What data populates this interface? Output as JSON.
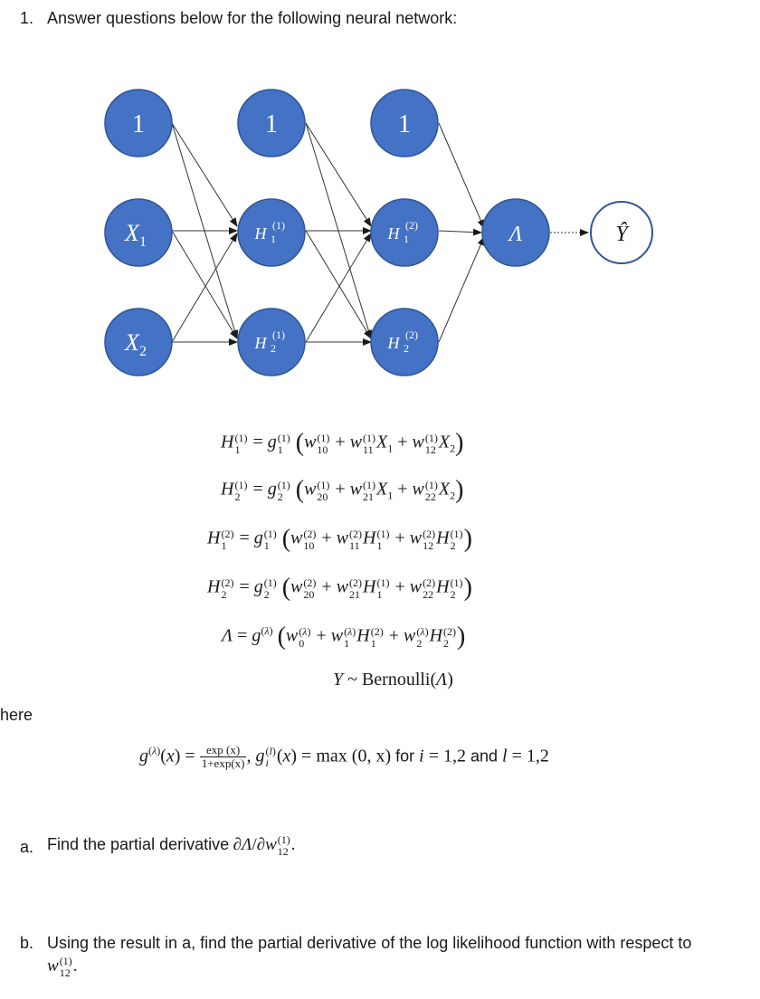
{
  "question": {
    "number": "1.",
    "text": "Answer questions below for the following neural network:"
  },
  "network": {
    "input_layer": {
      "bias": "1",
      "x1": "X1",
      "x2": "X2"
    },
    "hidden_layer_1": {
      "bias": "1",
      "h1": "H1(1)",
      "h2": "H2(1)"
    },
    "hidden_layer_2": {
      "bias": "1",
      "h1": "H1(2)",
      "h2": "H2(2)"
    },
    "output": {
      "lambda": "Λ",
      "y_hat": "Ŷ"
    },
    "colors": {
      "node_fill": "#4472C4",
      "node_stroke": "#2F5597",
      "output_stroke": "#2F5597",
      "edge": "#333333"
    }
  },
  "equations": {
    "eq1": "H1(1) = g1(1)(w10(1) + w11(1)X1 + w12(1)X2)",
    "eq2": "H2(1) = g2(1)(w20(1) + w21(1)X1 + w22(1)X2)",
    "eq3": "H1(2) = g1(1)(w10(2) + w11(2)H1(1) + w12(2)H2(1))",
    "eq4": "H2(2) = g2(1)(w20(2) + w21(2)H1(1) + w22(2)H2(1))",
    "eq5": "Λ = g(λ)(w0(λ) + w1(λ)H1(2) + w2(λ)H2(2))",
    "eq6": "Y ~ Bernoulli(Λ)"
  },
  "where_label": "here",
  "activation": {
    "sigmoid_num": "exp (x)",
    "sigmoid_den": "1+exp(x)",
    "relu": "max (0, x)",
    "condition_text_for": "for",
    "condition_text_and": "and",
    "i_values": "1,2",
    "l_values": "1,2"
  },
  "part_a": {
    "label": "a.",
    "text": "Find the partial derivative"
  },
  "part_b": {
    "label": "b.",
    "text": "Using the result in a, find the partial derivative of the log likelihood function with respect to"
  }
}
